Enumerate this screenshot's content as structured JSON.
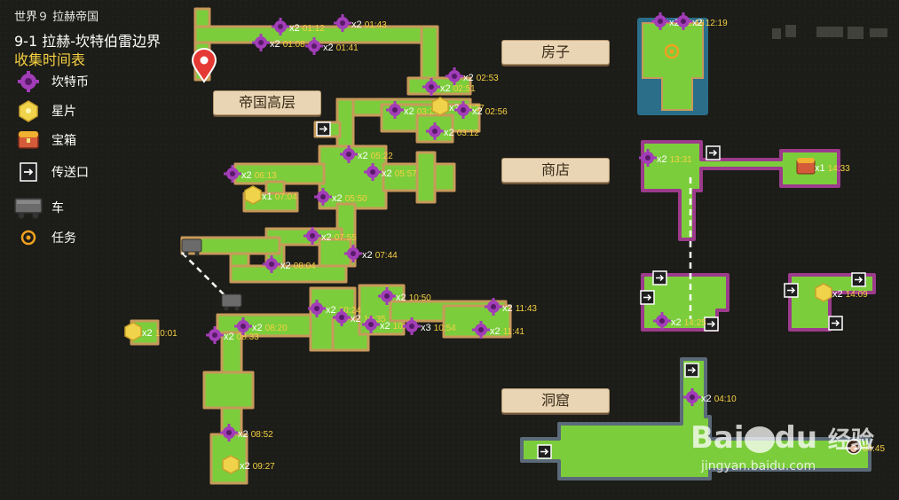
{
  "header": {
    "world": "世界９  拉赫帝国",
    "stage": "9-1 拉赫-坎特伯雷边界",
    "subtitle": "收集时间表"
  },
  "legend": [
    {
      "icon": "gear-coin-icon",
      "label": "坎特币"
    },
    {
      "icon": "star-piece-icon",
      "label": "星片"
    },
    {
      "icon": "chest-icon",
      "label": "宝箱"
    },
    {
      "icon": "portal-icon",
      "label": "传送口"
    },
    {
      "icon": "cart-icon",
      "label": "车"
    },
    {
      "icon": "quest-icon",
      "label": "任务"
    }
  ],
  "areas": {
    "house": "房子",
    "shop": "商店",
    "cave": "洞窟",
    "upper": "帝国高层"
  },
  "collectibles": [
    {
      "type": "coin",
      "count": "x2",
      "time": "01:12"
    },
    {
      "type": "coin",
      "count": "x2",
      "time": "01:43"
    },
    {
      "type": "coin",
      "count": "x2",
      "time": "01:08"
    },
    {
      "type": "coin",
      "count": "x2",
      "time": "01:41"
    },
    {
      "type": "coin",
      "count": "x2",
      "time": "02:53"
    },
    {
      "type": "coin",
      "count": "x2",
      "time": "02:51"
    },
    {
      "type": "coin",
      "count": "x2",
      "time": "03:20"
    },
    {
      "type": "star",
      "count": "x2",
      "time": "03:27"
    },
    {
      "type": "coin",
      "count": "x2",
      "time": "02:56"
    },
    {
      "type": "coin",
      "count": "x2",
      "time": "03:12"
    },
    {
      "type": "coin",
      "count": "x2",
      "time": "05:22"
    },
    {
      "type": "coin",
      "count": "x2",
      "time": "05:57"
    },
    {
      "type": "coin",
      "count": "x2",
      "time": "06:13"
    },
    {
      "type": "star",
      "count": "x1",
      "time": "07:04"
    },
    {
      "type": "coin",
      "count": "x2",
      "time": "05:50"
    },
    {
      "type": "coin",
      "count": "x2",
      "time": "07:55"
    },
    {
      "type": "coin",
      "count": "x2",
      "time": "07:44"
    },
    {
      "type": "coin",
      "count": "x2",
      "time": "08:04"
    },
    {
      "type": "star",
      "count": "x2",
      "time": "10:01"
    },
    {
      "type": "coin",
      "count": "x2",
      "time": "08:33"
    },
    {
      "type": "coin",
      "count": "x2",
      "time": "08:20"
    },
    {
      "type": "coin",
      "count": "x2",
      "time": "10:24"
    },
    {
      "type": "coin",
      "count": "x2",
      "time": "10:35"
    },
    {
      "type": "coin",
      "count": "x2",
      "time": "10:50"
    },
    {
      "type": "coin",
      "count": "x2",
      "time": "10:43"
    },
    {
      "type": "coin",
      "count": "x3",
      "time": "10:54"
    },
    {
      "type": "coin",
      "count": "x2",
      "time": "11:43"
    },
    {
      "type": "coin",
      "count": "x2",
      "time": "11:41"
    },
    {
      "type": "coin",
      "count": "x2",
      "time": "08:52"
    },
    {
      "type": "star",
      "count": "x2",
      "time": "09:27"
    },
    {
      "type": "coin",
      "count": "x2",
      "time": "12:18"
    },
    {
      "type": "coin",
      "count": "x2",
      "time": "12:19"
    },
    {
      "type": "coin",
      "count": "x2",
      "time": "13:31"
    },
    {
      "type": "chest",
      "count": "x1",
      "time": "14:33"
    },
    {
      "type": "coin",
      "count": "x2",
      "time": "14:25"
    },
    {
      "type": "star",
      "count": "x2",
      "time": "14:09"
    },
    {
      "type": "coin",
      "count": "x2",
      "time": "04:10"
    },
    {
      "type": "npc",
      "count": "",
      "time": "04:45"
    }
  ],
  "watermark": {
    "brand": "Bai",
    "brand2": "du",
    "brand_cn": "经验",
    "url": "jingyan.baidu.com"
  },
  "colors": {
    "background": "#1c1c18",
    "floor": "#7ccd3c",
    "border": "#c79a5a",
    "text_time": "#f5d142",
    "coin": "#a23db8",
    "star": "#f0d34a",
    "pin": "#e53935",
    "shop_border": "#9c3a8c",
    "house_border": "#2a6e8a"
  }
}
